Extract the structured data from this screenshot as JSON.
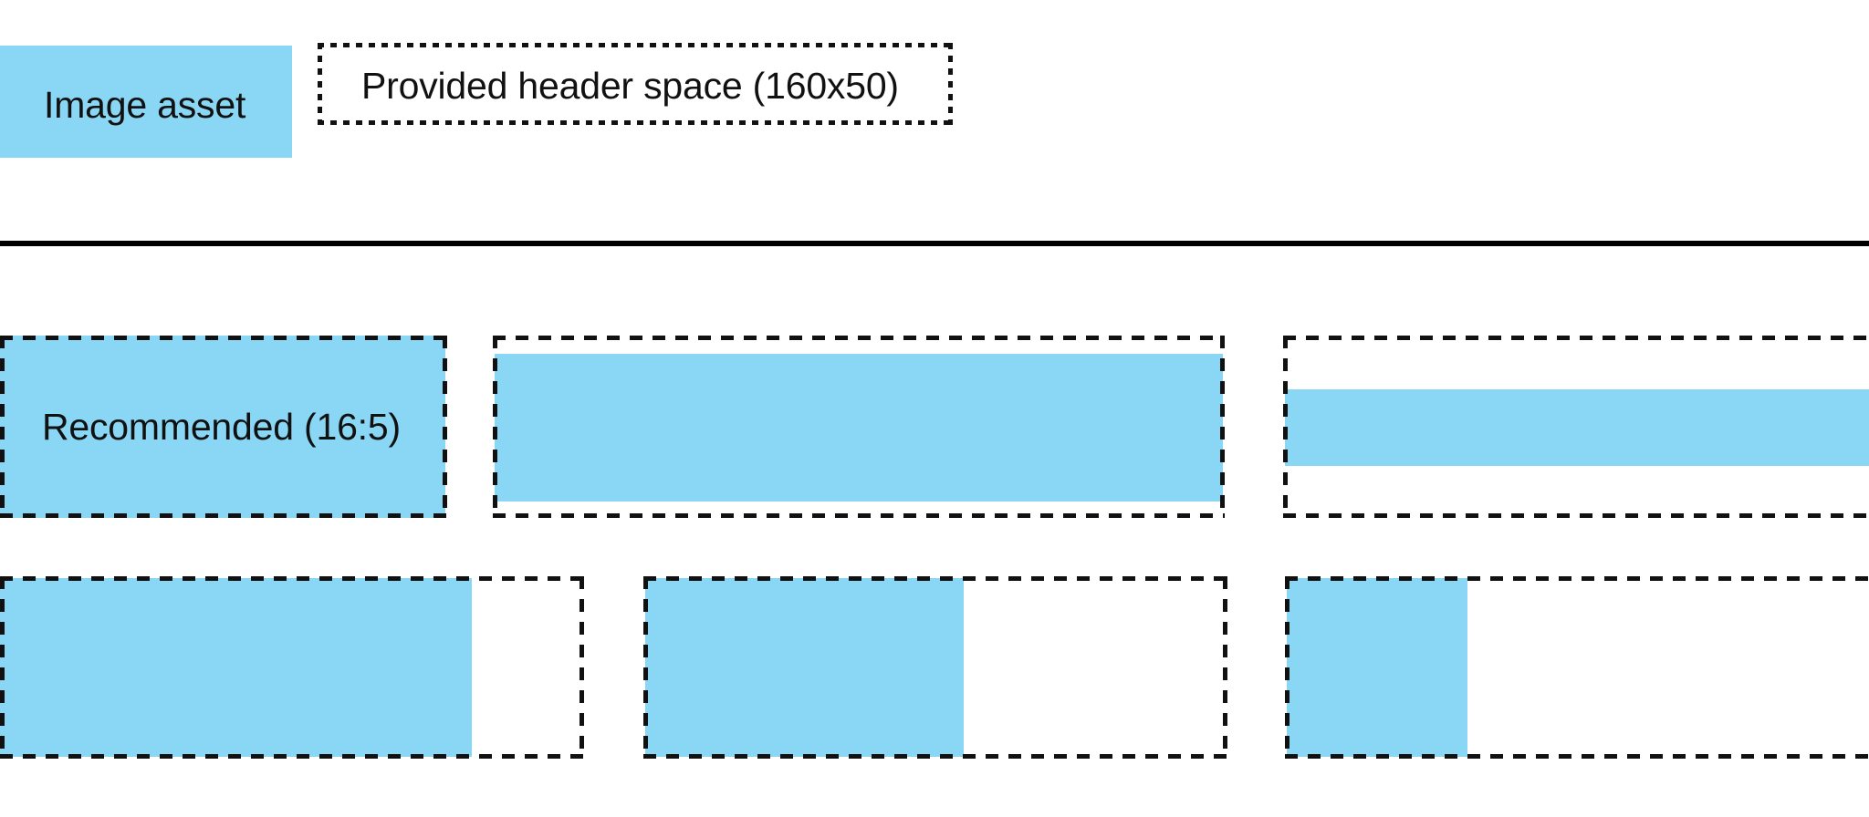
{
  "page": {
    "background_color": "#ffffff",
    "accent_color": "#8ad7f5",
    "outline_color": "#111111",
    "divider_color": "#000000"
  },
  "header": {
    "swatch_label": "Image asset",
    "space_label": "Provided header space (160x50)",
    "swatch_color": "#8ad7f5"
  },
  "examples": {
    "row_one": [
      {
        "label": "Recommended (16:5)",
        "name": "recommended-16-5"
      },
      {
        "label": "",
        "name": "wide-fill"
      },
      {
        "label": "",
        "name": "short-band"
      }
    ],
    "row_two": [
      {
        "label": "",
        "name": "narrow-a"
      },
      {
        "label": "",
        "name": "narrow-b"
      },
      {
        "label": "",
        "name": "narrow-c"
      }
    ]
  }
}
